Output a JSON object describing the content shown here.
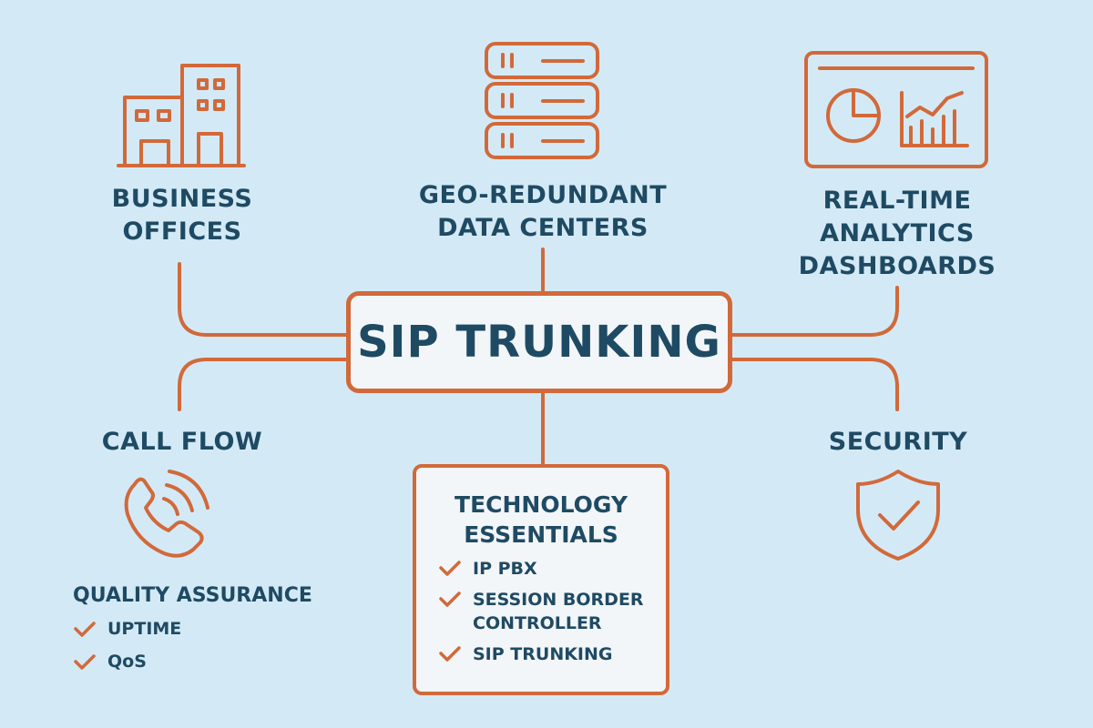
{
  "colors": {
    "background": "#d3eaf6",
    "accent": "#d2693a",
    "text": "#1f4a63",
    "box_fill": "#f2f6f8"
  },
  "center": {
    "title": "SIP TRUNKING"
  },
  "nodes": {
    "business_offices": {
      "label_line1": "BUSINESS",
      "label_line2": "OFFICES",
      "icon": "building-icon"
    },
    "data_centers": {
      "label_line1": "GEO-REDUNDANT",
      "label_line2": "DATA CENTERS",
      "icon": "server-stack-icon"
    },
    "analytics": {
      "label_line1": "REAL-TIME",
      "label_line2": "ANALYTICS",
      "label_line3": "DASHBOARDS",
      "icon": "dashboard-icon"
    },
    "call_flow": {
      "label": "CALL FLOW",
      "icon": "phone-ringing-icon"
    },
    "security": {
      "label": "SECURITY",
      "icon": "shield-check-icon"
    }
  },
  "quality_assurance": {
    "title": "QUALITY ASSURANCE",
    "items": [
      "UPTIME",
      "QoS"
    ]
  },
  "technology_essentials": {
    "title_line1": "TECHNOLOGY",
    "title_line2": "ESSENTIALS",
    "items": [
      {
        "line1": "IP PBX"
      },
      {
        "line1": "SESSION BORDER",
        "line2": "CONTROLLER"
      },
      {
        "line1": "SIP TRUNKING"
      }
    ]
  }
}
